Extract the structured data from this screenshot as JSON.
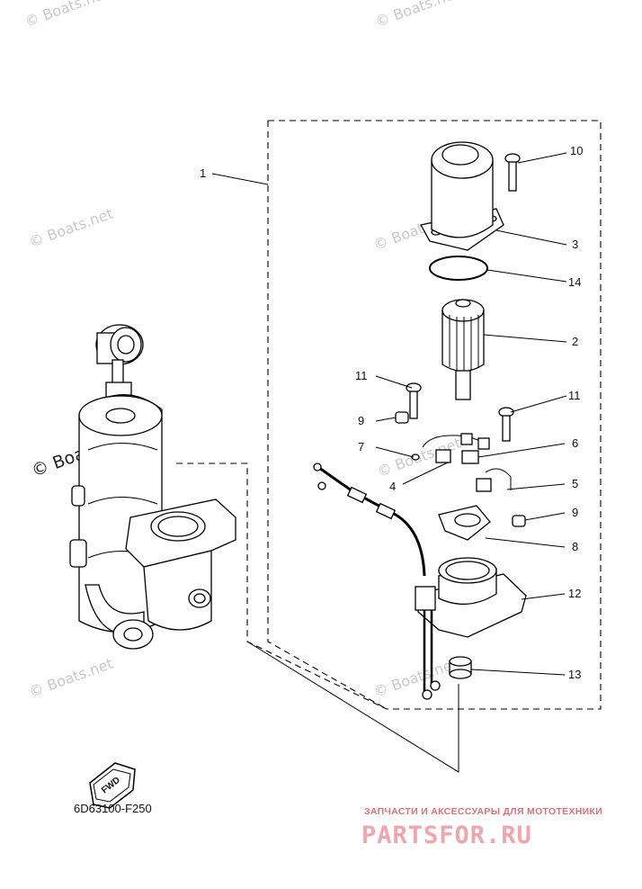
{
  "callouts": [
    {
      "id": "c1",
      "label": "1"
    },
    {
      "id": "c2",
      "label": "2"
    },
    {
      "id": "c3",
      "label": "3"
    },
    {
      "id": "c4",
      "label": "4"
    },
    {
      "id": "c5",
      "label": "5"
    },
    {
      "id": "c6",
      "label": "6"
    },
    {
      "id": "c7",
      "label": "7"
    },
    {
      "id": "c8",
      "label": "8"
    },
    {
      "id": "c9a",
      "label": "9"
    },
    {
      "id": "c9b",
      "label": "9"
    },
    {
      "id": "c10",
      "label": "10"
    },
    {
      "id": "c11a",
      "label": "11"
    },
    {
      "id": "c11b",
      "label": "11"
    },
    {
      "id": "c12",
      "label": "12"
    },
    {
      "id": "c13",
      "label": "13"
    },
    {
      "id": "c14",
      "label": "14"
    }
  ],
  "diagram_code": "6D63100-F250",
  "direction_badge": "FWD",
  "watermark": "© Boats.net",
  "banner": {
    "tagline": "ЗАПЧАСТИ И АКСЕССУАРЫ ДЛЯ МОТОТЕХНИКИ",
    "logo": "PARTSFOR.RU"
  }
}
